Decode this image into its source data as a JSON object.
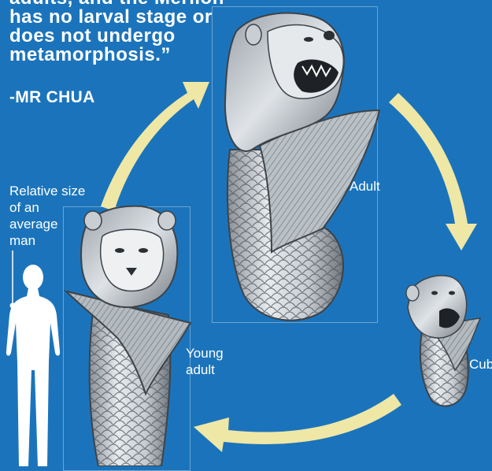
{
  "quote": {
    "lines": [
      "adults, and the Merlion",
      "has no larval stage or",
      "does not undergo",
      "metamorphosis.”"
    ],
    "attribution": "-MR CHUA"
  },
  "labels": {
    "relative_size": [
      "Relative size",
      "of an",
      "average",
      "man"
    ],
    "adult": "Adult",
    "young_adult": [
      "Young",
      "adult"
    ],
    "cub": "Cub"
  },
  "colors": {
    "background": "#1b74bb",
    "arrow": "#efe7a6",
    "text": "#ffffff",
    "figure": "#d9dee4"
  },
  "icons": [
    "human-silhouette-icon",
    "merlion-adult-icon",
    "merlion-young-adult-icon",
    "merlion-cub-icon",
    "cycle-arrow-icon"
  ]
}
